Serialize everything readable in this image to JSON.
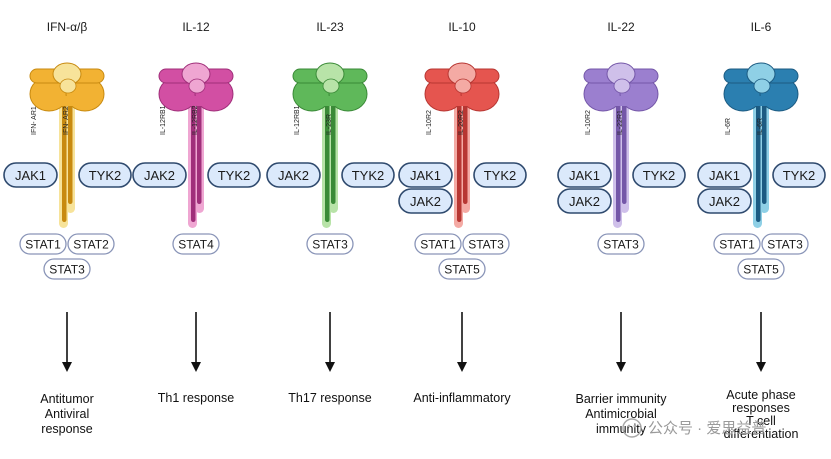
{
  "pathways": [
    {
      "cytokine": "IFN-α/β",
      "chains": [
        "IFN- AR1",
        "IFN- AR2"
      ],
      "color": "#f2b233",
      "dark": "#c88a10",
      "light": "#f7e39a",
      "jaks_left": [
        "JAK1"
      ],
      "jaks_right": [
        "TYK2"
      ],
      "stats": [
        "STAT1",
        "STAT2",
        "STAT3"
      ],
      "response": [
        "Antitumor",
        "Antiviral",
        "response"
      ]
    },
    {
      "cytokine": "IL-12",
      "chains": [
        "IL-12RB1",
        "IL-12RB2"
      ],
      "color": "#d24fa3",
      "dark": "#a02f7a",
      "light": "#efa6d2",
      "jaks_left": [
        "JAK2"
      ],
      "jaks_right": [
        "TYK2"
      ],
      "stats": [
        "STAT4"
      ],
      "response": [
        "Th1 response"
      ]
    },
    {
      "cytokine": "IL-23",
      "chains": [
        "IL-12RB1",
        "IL-23R"
      ],
      "color": "#5fb85a",
      "dark": "#3a8a37",
      "light": "#b8e3a8",
      "jaks_left": [
        "JAK2"
      ],
      "jaks_right": [
        "TYK2"
      ],
      "stats": [
        "STAT3"
      ],
      "response": [
        "Th17 response"
      ]
    },
    {
      "cytokine": "IL-10",
      "chains": [
        "IL-10R2",
        "IL-20R2"
      ],
      "color": "#e5554f",
      "dark": "#b73632",
      "light": "#f4aaa4",
      "jaks_left": [
        "JAK1",
        "JAK2"
      ],
      "jaks_right": [
        "TYK2"
      ],
      "stats": [
        "STAT1",
        "STAT3",
        "STAT5"
      ],
      "response": [
        "Anti-inflammatory"
      ]
    },
    {
      "cytokine": "IL-22",
      "chains": [
        "IL-10R2",
        "IL-22R1"
      ],
      "color": "#9b7fcf",
      "dark": "#7457a8",
      "light": "#cfc0ea",
      "jaks_left": [
        "JAK1",
        "JAK2"
      ],
      "jaks_right": [
        "TYK2"
      ],
      "stats": [
        "STAT3"
      ],
      "response": [
        "Barrier immunity",
        "Antimicrobial",
        "immunity"
      ]
    },
    {
      "cytokine": "IL-6",
      "chains": [
        "IL-6R",
        "IL-6R"
      ],
      "color": "#2b7fb0",
      "dark": "#1c5b82",
      "light": "#8fd0e6",
      "jaks_left": [
        "JAK1",
        "JAK2"
      ],
      "jaks_right": [
        "TYK2"
      ],
      "stats": [
        "STAT1",
        "STAT3",
        "STAT5"
      ],
      "response": [
        "Acute phase",
        "responses",
        "T cell",
        "differentiation"
      ]
    }
  ],
  "jak_box_fill": "#dbe9fb",
  "jak_box_stroke": "#2f4a6e",
  "stat_box_fill": "#ffffff",
  "stat_box_stroke": "#8a95b8",
  "watermark": "公众号 · 爱思益普"
}
